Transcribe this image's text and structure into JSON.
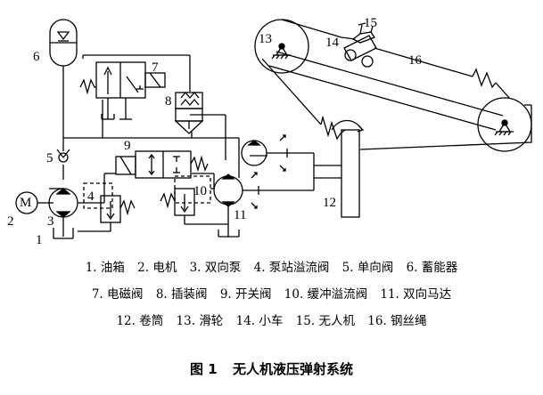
{
  "diagram_labels": {
    "n1": "1",
    "n2": "2",
    "n3": "3",
    "n4": "4",
    "n5": "5",
    "n6": "6",
    "n7": "7",
    "n8": "8",
    "n9": "9",
    "n10": "10",
    "n11": "11",
    "n12": "12",
    "n13": "13",
    "n14": "14",
    "n15": "15",
    "n16": "16",
    "motor": "M"
  },
  "legend": {
    "row1": [
      {
        "num": "1.",
        "name": "油箱"
      },
      {
        "num": "2.",
        "name": "电机"
      },
      {
        "num": "3.",
        "name": "双向泵"
      },
      {
        "num": "4.",
        "name": "泵站溢流阀"
      },
      {
        "num": "5.",
        "name": "单向阀"
      },
      {
        "num": "6.",
        "name": "蓄能器"
      }
    ],
    "row2": [
      {
        "num": "7.",
        "name": "电磁阀"
      },
      {
        "num": "8.",
        "name": "插装阀"
      },
      {
        "num": "9.",
        "name": "开关阀"
      },
      {
        "num": "10.",
        "name": "缓冲溢流阀"
      },
      {
        "num": "11.",
        "name": "双向马达"
      }
    ],
    "row3": [
      {
        "num": "12.",
        "name": "卷筒"
      },
      {
        "num": "13.",
        "name": "滑轮"
      },
      {
        "num": "14.",
        "name": "小车"
      },
      {
        "num": "15.",
        "name": "无人机"
      },
      {
        "num": "16.",
        "name": "钢丝绳"
      }
    ]
  },
  "caption": {
    "figure_no": "图 1",
    "title": "无人机液压弹射系统"
  }
}
